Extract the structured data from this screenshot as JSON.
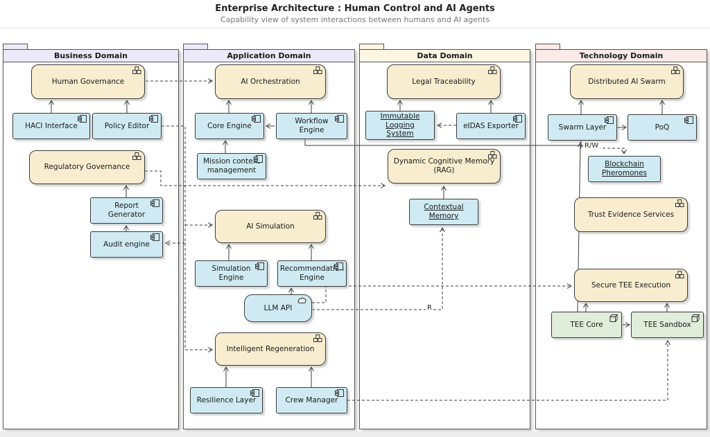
{
  "header": {
    "title": "Enterprise Architecture : Human Control and AI Agents",
    "subtitle": "Capability view of system interactions between humans and AI agents"
  },
  "edge_labels": {
    "rw": "R/W",
    "r": "R"
  },
  "domains": {
    "business": {
      "title": "Business Domain"
    },
    "application": {
      "title": "Application Domain"
    },
    "data": {
      "title": "Data Domain"
    },
    "technology": {
      "title": "Technology Domain"
    }
  },
  "nodes": {
    "human_governance": {
      "label": "Human Governance"
    },
    "haci_interface": {
      "label": "HACI Interface"
    },
    "policy_editor": {
      "label": "Policy Editor"
    },
    "regulatory_governance": {
      "label": "Regulatory Governance"
    },
    "report_generator": {
      "label": "Report Generator"
    },
    "audit_engine": {
      "label": "Audit engine"
    },
    "ai_orchestration": {
      "label": "AI Orchestration"
    },
    "core_engine": {
      "label": "Core Engine"
    },
    "workflow_engine": {
      "label": "Workflow Engine"
    },
    "mission_context_management": {
      "label": "Mission context management"
    },
    "ai_simulation": {
      "label": "AI Simulation"
    },
    "simulation_engine": {
      "label": "Simulation Engine"
    },
    "recommendation_engine": {
      "label": "Recommendation Engine"
    },
    "llm_api": {
      "label": "LLM API"
    },
    "intelligent_regeneration": {
      "label": "Intelligent Regeneration"
    },
    "resilience_layer": {
      "label": "Resilience Layer"
    },
    "crew_manager": {
      "label": "Crew Manager"
    },
    "legal_traceability": {
      "label": "Legal Traceability"
    },
    "immutable_logging_system": {
      "label": "Immutable Logging System"
    },
    "eidas_exporter": {
      "label": "eIDAS Exporter"
    },
    "dynamic_cognitive_memory": {
      "label": "Dynamic Cognitive Memory (RAG)"
    },
    "contextual_memory": {
      "label": "Contextual Memory"
    },
    "distributed_ai_swarm": {
      "label": "Distributed AI Swarm"
    },
    "swarm_layer": {
      "label": "Swarm Layer"
    },
    "poq": {
      "label": "PoQ"
    },
    "blockchain_pheromones": {
      "label": "Blockchain Pheromones"
    },
    "trust_evidence_services": {
      "label": "Trust Evidence Services"
    },
    "secure_tee_execution": {
      "label": "Secure TEE Execution"
    },
    "tee_core": {
      "label": "TEE Core"
    },
    "tee_sandbox": {
      "label": "TEE Sandbox"
    }
  },
  "connections": [
    {
      "from": "HACI Interface",
      "to": "Human Governance",
      "style": "solid"
    },
    {
      "from": "Policy Editor",
      "to": "Human Governance",
      "style": "solid"
    },
    {
      "from": "Human Governance",
      "to": "AI Orchestration",
      "style": "dashed"
    },
    {
      "from": "Policy Editor",
      "to": "AI Simulation",
      "style": "dashed"
    },
    {
      "from": "Policy Editor",
      "to": "Intelligent Regeneration",
      "style": "dashed"
    },
    {
      "from": "Policy Editor",
      "to": "Audit engine",
      "style": "dashed"
    },
    {
      "from": "Report Generator",
      "to": "Regulatory Governance",
      "style": "solid"
    },
    {
      "from": "Audit engine",
      "to": "Report Generator",
      "style": "solid"
    },
    {
      "from": "Regulatory Governance",
      "to": "Dynamic Cognitive Memory (RAG)",
      "style": "dashed"
    },
    {
      "from": "Core Engine",
      "to": "AI Orchestration",
      "style": "solid"
    },
    {
      "from": "Workflow Engine",
      "to": "AI Orchestration",
      "style": "solid"
    },
    {
      "from": "Workflow Engine",
      "to": "Core Engine",
      "style": "solid"
    },
    {
      "from": "Mission context management",
      "to": "Core Engine",
      "style": "solid"
    },
    {
      "from": "Simulation Engine",
      "to": "AI Simulation",
      "style": "solid"
    },
    {
      "from": "Recommendation Engine",
      "to": "AI Simulation",
      "style": "solid"
    },
    {
      "from": "LLM API",
      "to": "Recommendation Engine",
      "style": "solid"
    },
    {
      "from": "Resilience Layer",
      "to": "Intelligent Regeneration",
      "style": "solid"
    },
    {
      "from": "Crew Manager",
      "to": "Intelligent Regeneration",
      "style": "solid"
    },
    {
      "from": "Workflow Engine",
      "to": "Swarm Layer",
      "style": "solid"
    },
    {
      "from": "Immutable Logging System",
      "to": "Legal Traceability",
      "style": "solid"
    },
    {
      "from": "eIDAS Exporter",
      "to": "Legal Traceability",
      "style": "solid"
    },
    {
      "from": "eIDAS Exporter",
      "to": "Immutable Logging System",
      "style": "dashed"
    },
    {
      "from": "Contextual Memory",
      "to": "Dynamic Cognitive Memory (RAG)",
      "style": "solid"
    },
    {
      "from": "LLM API",
      "to": "Contextual Memory",
      "style": "dashed",
      "label": "R"
    },
    {
      "from": "LLM API",
      "to": "Secure TEE Execution",
      "style": "dashed"
    },
    {
      "from": "Crew Manager",
      "to": "TEE Sandbox",
      "style": "dashed"
    },
    {
      "from": "Swarm Layer",
      "to": "Distributed AI Swarm",
      "style": "solid"
    },
    {
      "from": "PoQ",
      "to": "Distributed AI Swarm",
      "style": "solid"
    },
    {
      "from": "Swarm Layer",
      "to": "PoQ",
      "style": "solid"
    },
    {
      "from": "Swarm Layer",
      "to": "Blockchain Pheromones",
      "style": "dashed",
      "label": "R/W"
    },
    {
      "from": "TEE Core",
      "to": "Swarm Layer",
      "style": "solid"
    },
    {
      "from": "TEE Core",
      "to": "Secure TEE Execution",
      "style": "solid"
    },
    {
      "from": "TEE Sandbox",
      "to": "Secure TEE Execution",
      "style": "solid"
    },
    {
      "from": "TEE Core",
      "to": "TEE Sandbox",
      "style": "solid"
    }
  ],
  "colors": {
    "capability_fill": "#f8edce",
    "component_fill": "#cfeaf2",
    "tech_node_fill": "#dfedda",
    "business_header": "#eceaf9",
    "application_header": "#eceaf9",
    "data_header": "#fcf6e3",
    "technology_header": "#fbeae8",
    "line": "#383838"
  }
}
